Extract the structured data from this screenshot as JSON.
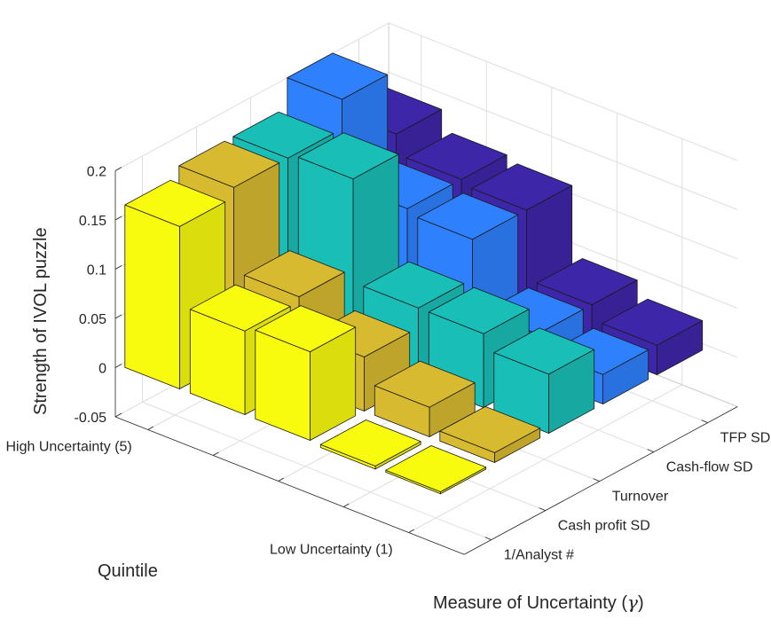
{
  "chart_data": {
    "type": "bar3d",
    "title": "",
    "zlabel": "Strength of IVOL puzzle",
    "quintile_axis_label": "Quintile",
    "measure_axis_label": "Measure of Uncertainty (",
    "measure_axis_symbol": "γ",
    "measure_axis_suffix": ")",
    "quintile_ticks": [
      "High Uncertainty (5)",
      "Low Uncertainty (1)"
    ],
    "measures": [
      "1/Analyst #",
      "Cash profit SD",
      "Turnover",
      "Cash-flow SD",
      "TFP SD"
    ],
    "quintiles": [
      5,
      4,
      3,
      2,
      1
    ],
    "zlim": [
      -0.05,
      0.2
    ],
    "zticks": [
      "-0.05",
      "0",
      "0.05",
      "0.1",
      "0.15",
      "0.2"
    ],
    "grid": true,
    "measure_colors": [
      "#f9fb0e",
      "#d8ba30",
      "#19bfb7",
      "#2f80fd",
      "#3e26a8"
    ],
    "series": [
      {
        "quintile": 5,
        "values": [
          0.165,
          0.175,
          0.175,
          0.205,
          0.14
        ]
      },
      {
        "quintile": 4,
        "values": [
          0.085,
          0.09,
          0.18,
          0.12,
          0.12
        ]
      },
      {
        "quintile": 3,
        "values": [
          0.09,
          0.055,
          0.075,
          0.115,
          0.115
        ]
      },
      {
        "quintile": 2,
        "values": [
          -0.003,
          0.03,
          0.075,
          0.045,
          0.045
        ]
      },
      {
        "quintile": 1,
        "values": [
          -0.002,
          0.01,
          0.06,
          0.03,
          0.03
        ]
      }
    ]
  }
}
